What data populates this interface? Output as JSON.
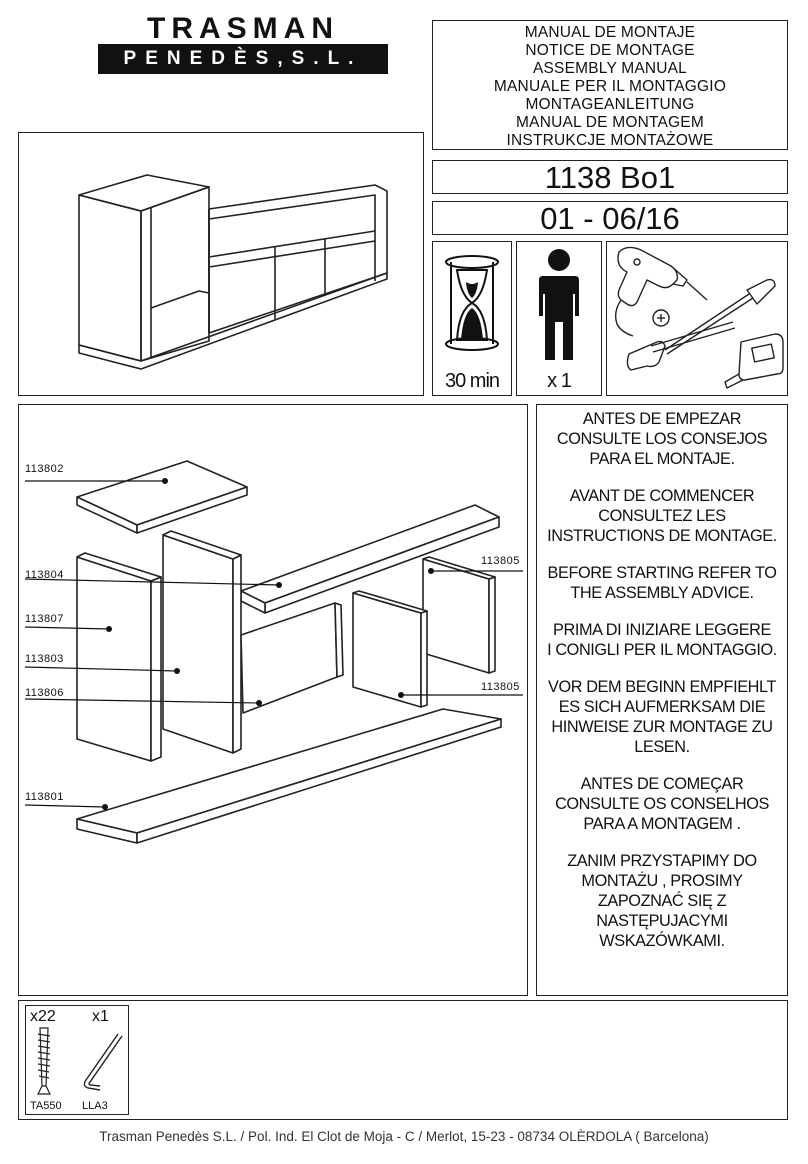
{
  "logo": {
    "top": "TRASMAN",
    "bottom": "PENEDÈS,S.L."
  },
  "manual_titles": [
    "MANUAL DE MONTAJE",
    "NOTICE DE MONTAGE",
    "ASSEMBLY MANUAL",
    "MANUALE PER IL MONTAGGIO",
    "MONTAGEANLEITUNG",
    "MANUAL DE MONTAGEM",
    "INSTRUKCJE MONTAŻOWE"
  ],
  "model": "1138 Bo1",
  "revision": "01 - 06/16",
  "requirements": {
    "time": "30 min",
    "persons": "x 1"
  },
  "parts": {
    "p1": "113802",
    "p2": "113804",
    "p3": "113807",
    "p4": "113803",
    "p5": "113806",
    "p6": "113801",
    "p7": "113805",
    "p8": "113805"
  },
  "instructions": [
    "ANTES DE EMPEZAR\nCONSULTE LOS CONSEJOS\nPARA EL MONTAJE.",
    "AVANT DE COMMENCER\nCONSULTEZ LES\nINSTRUCTIONS DE MONTAGE.",
    "BEFORE STARTING REFER TO\nTHE ASSEMBLY ADVICE.",
    "PRIMA DI INIZIARE LEGGERE\nI CONIGLI PER IL MONTAGGIO.",
    "VOR DEM BEGINN EMPFIEHLT\nES SICH AUFMERKSAM DIE\nHINWEISE ZUR MONTAGE ZU\nLESEN.",
    "ANTES DE COMEÇAR\nCONSULTE OS CONSELHOS\nPARA A MONTAGEM .",
    "ZANIM PRZYSTAPIMY DO\nMONTAŻU , PROSIMY\nZAPOZNAĆ SIĘ Z\nNASTĘPUJACYMI\nWSKAZÓWKAMI."
  ],
  "hardware": [
    {
      "qty": "x22",
      "code": "TA550"
    },
    {
      "qty": "x1",
      "code": "LLA3"
    }
  ],
  "footer": "Trasman Penedès S.L. / Pol. Ind. El Clot de Moja - C / Merlot, 15-23 - 08734 OLÈRDOLA ( Barcelona)"
}
